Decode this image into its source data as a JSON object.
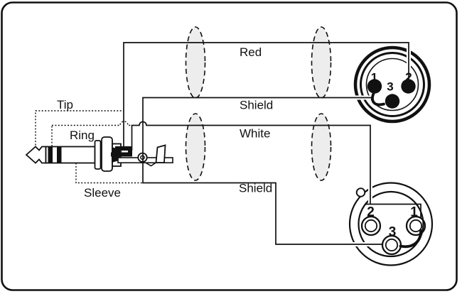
{
  "diagram": {
    "labels": {
      "tip": "Tip",
      "ring": "Ring",
      "sleeve": "Sleeve",
      "red": "Red",
      "shield_top": "Shield",
      "white": "White",
      "shield_bottom": "Shield"
    },
    "xlr_male": {
      "pins": {
        "p1": "1",
        "p2": "2",
        "p3": "3"
      }
    },
    "xlr_female": {
      "pins": {
        "p1": "1",
        "p2": "2",
        "p3": "3"
      }
    },
    "colors": {
      "line": "#111111",
      "cable_ellipse_fill": "#ededed",
      "background": "#ffffff"
    }
  }
}
